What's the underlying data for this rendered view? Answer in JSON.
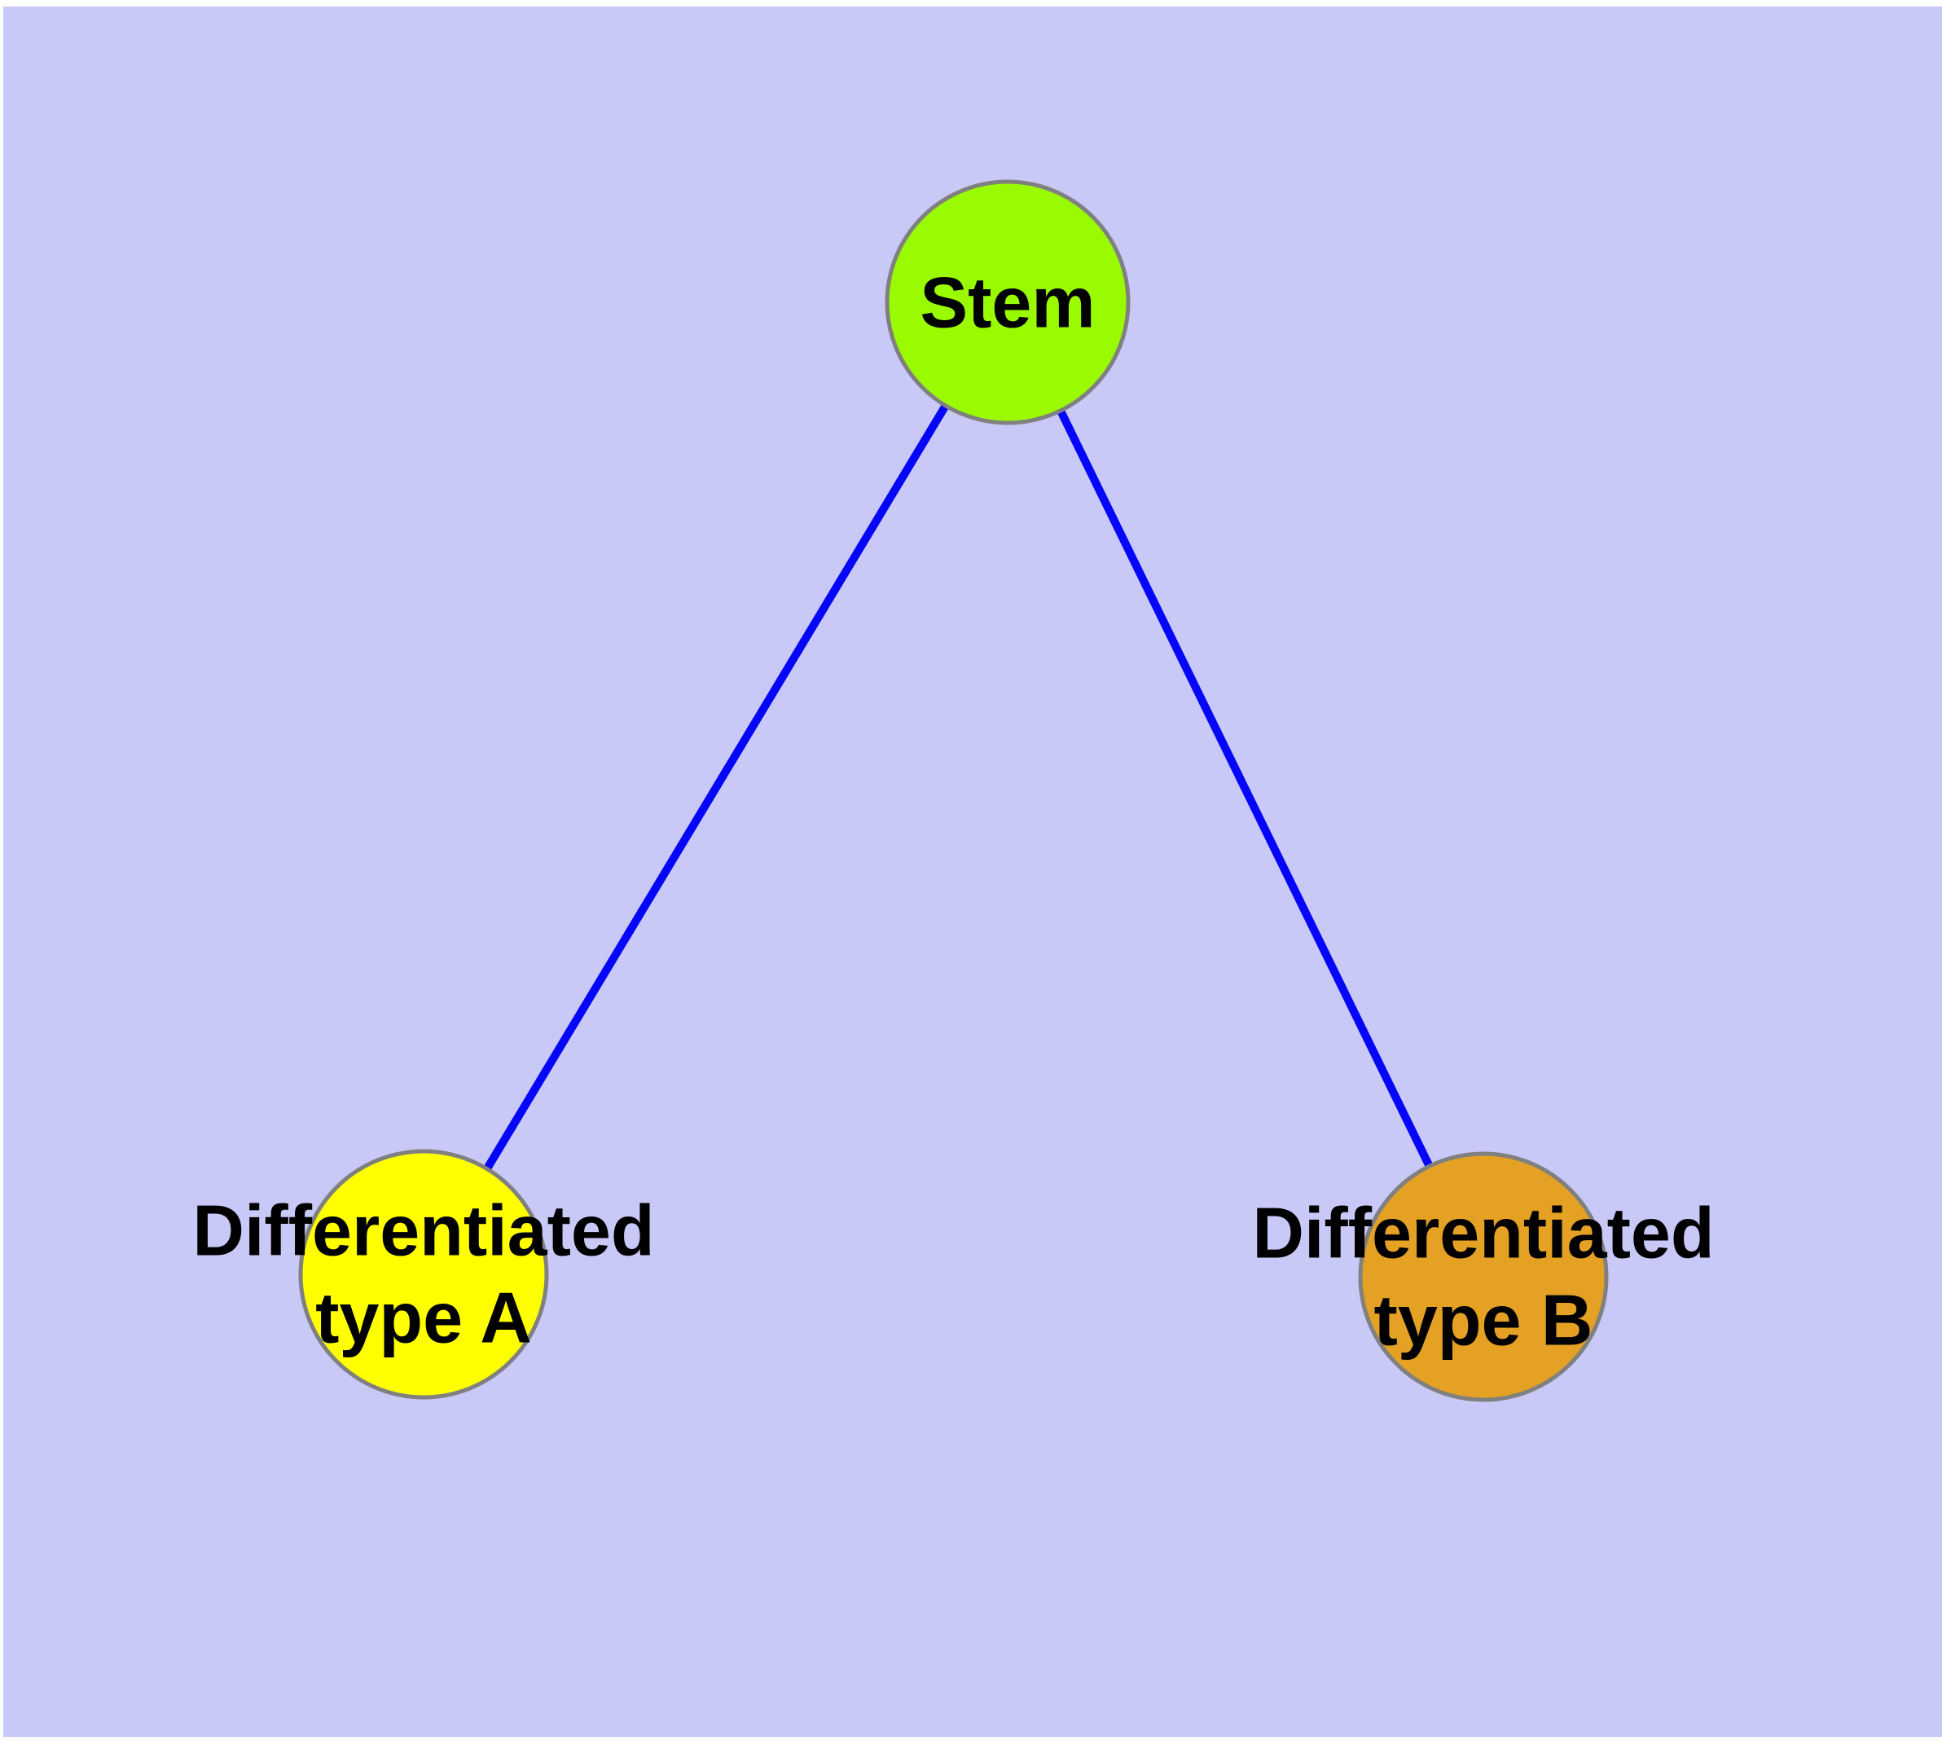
{
  "diagram": {
    "type": "graph",
    "description": "Cell differentiation tree: a stem node with two differentiated child nodes",
    "background_color": "#C9C9F7",
    "edge_color": "#0505FA",
    "node_border_color": "#808080",
    "label_color": "#000000",
    "nodes": [
      {
        "id": "stem",
        "label": "Stem",
        "fill": "#9AFB00"
      },
      {
        "id": "type-a",
        "label": "Differentiated\ntype A",
        "fill": "#FFFF00"
      },
      {
        "id": "type-b",
        "label": "Differentiated\ntype B",
        "fill": "#E4A124"
      }
    ],
    "edges": [
      {
        "from": "stem",
        "to": "type-a"
      },
      {
        "from": "stem",
        "to": "type-b"
      }
    ]
  }
}
